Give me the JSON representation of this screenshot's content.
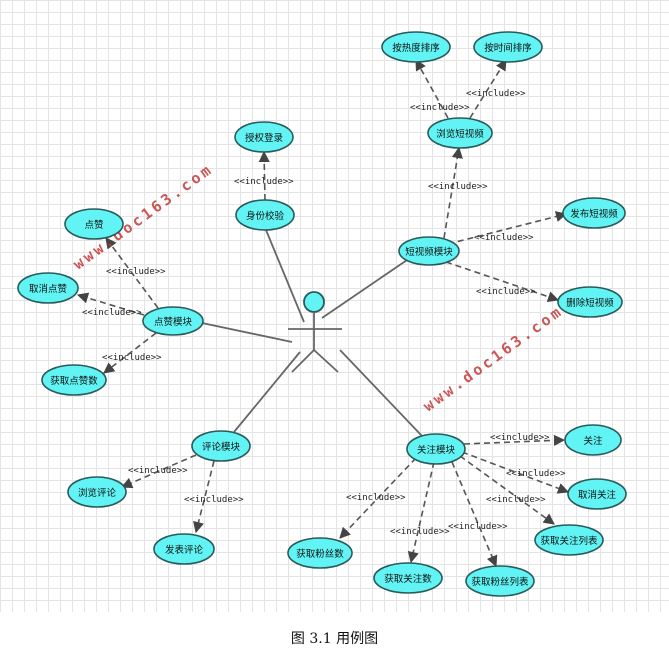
{
  "nodes": {
    "hot_sort": "按热度排序",
    "time_sort": "按时间排序",
    "browse_short_video": "浏览短视频",
    "auth_login": "授权登录",
    "identity_check": "身份校验",
    "like": "点赞",
    "cancel_like": "取消点赞",
    "like_module": "点赞模块",
    "get_like_count": "获取点赞数",
    "short_video_module": "短视频模块",
    "publish_short_video": "发布短视频",
    "delete_short_video": "删除短视频",
    "comment_module": "评论模块",
    "browse_comment": "浏览评论",
    "post_comment": "发表评论",
    "follow_module": "关注模块",
    "follow": "关注",
    "unfollow": "取消关注",
    "get_follow_list": "获取关注列表",
    "get_fans_count": "获取粉丝数",
    "get_follow_count": "获取关注数",
    "get_fans_list": "获取粉丝列表"
  },
  "edge_label": "<<include>>",
  "watermark": "www.doc163.com",
  "caption": "图  3.1  用例图",
  "colors": {
    "node_fill": "#62f4f4",
    "node_stroke": "#2a5a5a",
    "watermark": "#c43a3a"
  }
}
